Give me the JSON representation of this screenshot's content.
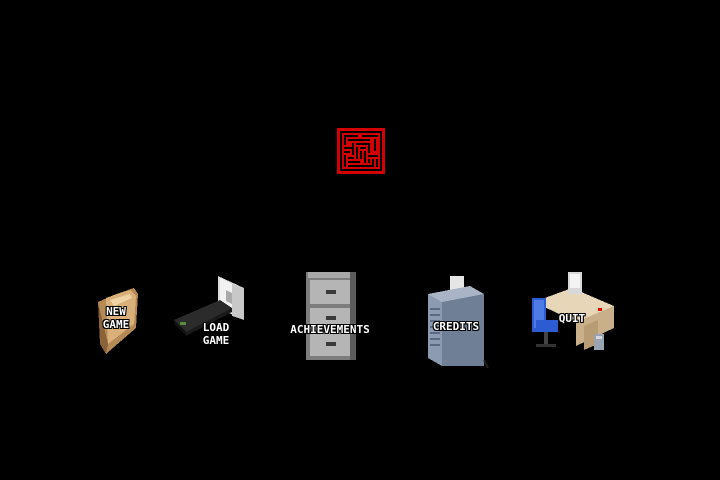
{
  "menu": {
    "new_game": "NEW\nGAME",
    "load_game": "LOAD\nGAME",
    "achievements": "ACHIEVEMENTS",
    "credits": "CREDITS",
    "quit": "QUIT"
  },
  "icons": {
    "logo": "maze-logo-icon",
    "new_game": "folder-icon",
    "load_game": "floppy-drive-icon",
    "achievements": "filing-cabinet-icon",
    "credits": "computer-tower-icon",
    "quit": "office-desk-icon"
  },
  "colors": {
    "background": "#000000",
    "logo_red": "#e00000",
    "label_text": "#ffffff"
  }
}
